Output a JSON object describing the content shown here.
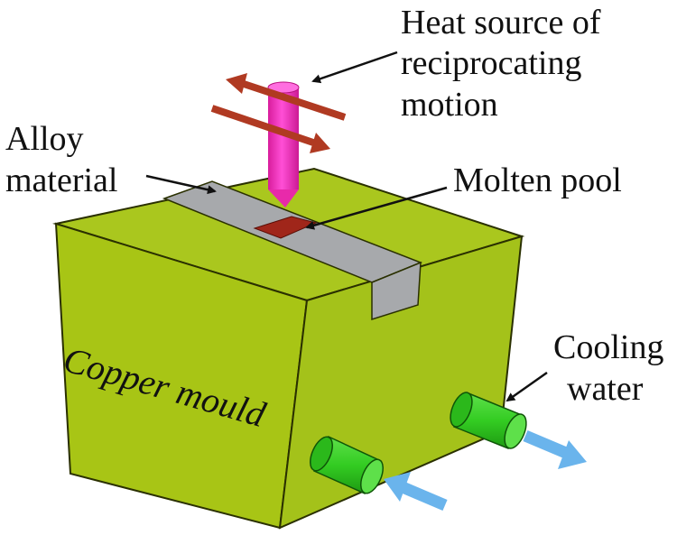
{
  "labels": {
    "heat_source_line1": "Heat source of",
    "heat_source_line2": "reciprocating",
    "heat_source_line3": "motion",
    "alloy_line1": "Alloy",
    "alloy_line2": "material",
    "molten_pool": "Molten pool",
    "cooling_line1": "Cooling",
    "cooling_line2": "water",
    "mould": "Copper mould"
  },
  "colors": {
    "mould_front": "#a8c515",
    "mould_right": "#a4c21a",
    "mould_top": "#aac71e",
    "mould_edge": "#2a3000",
    "alloy_strip": "#a7a9ac",
    "molten_pool": "#a0261a",
    "heat_source": "#ff33cc",
    "motion_arrow": "#b03a22",
    "cooling_pipe": "#33cc22",
    "water_arrow": "#6ab4ec"
  }
}
